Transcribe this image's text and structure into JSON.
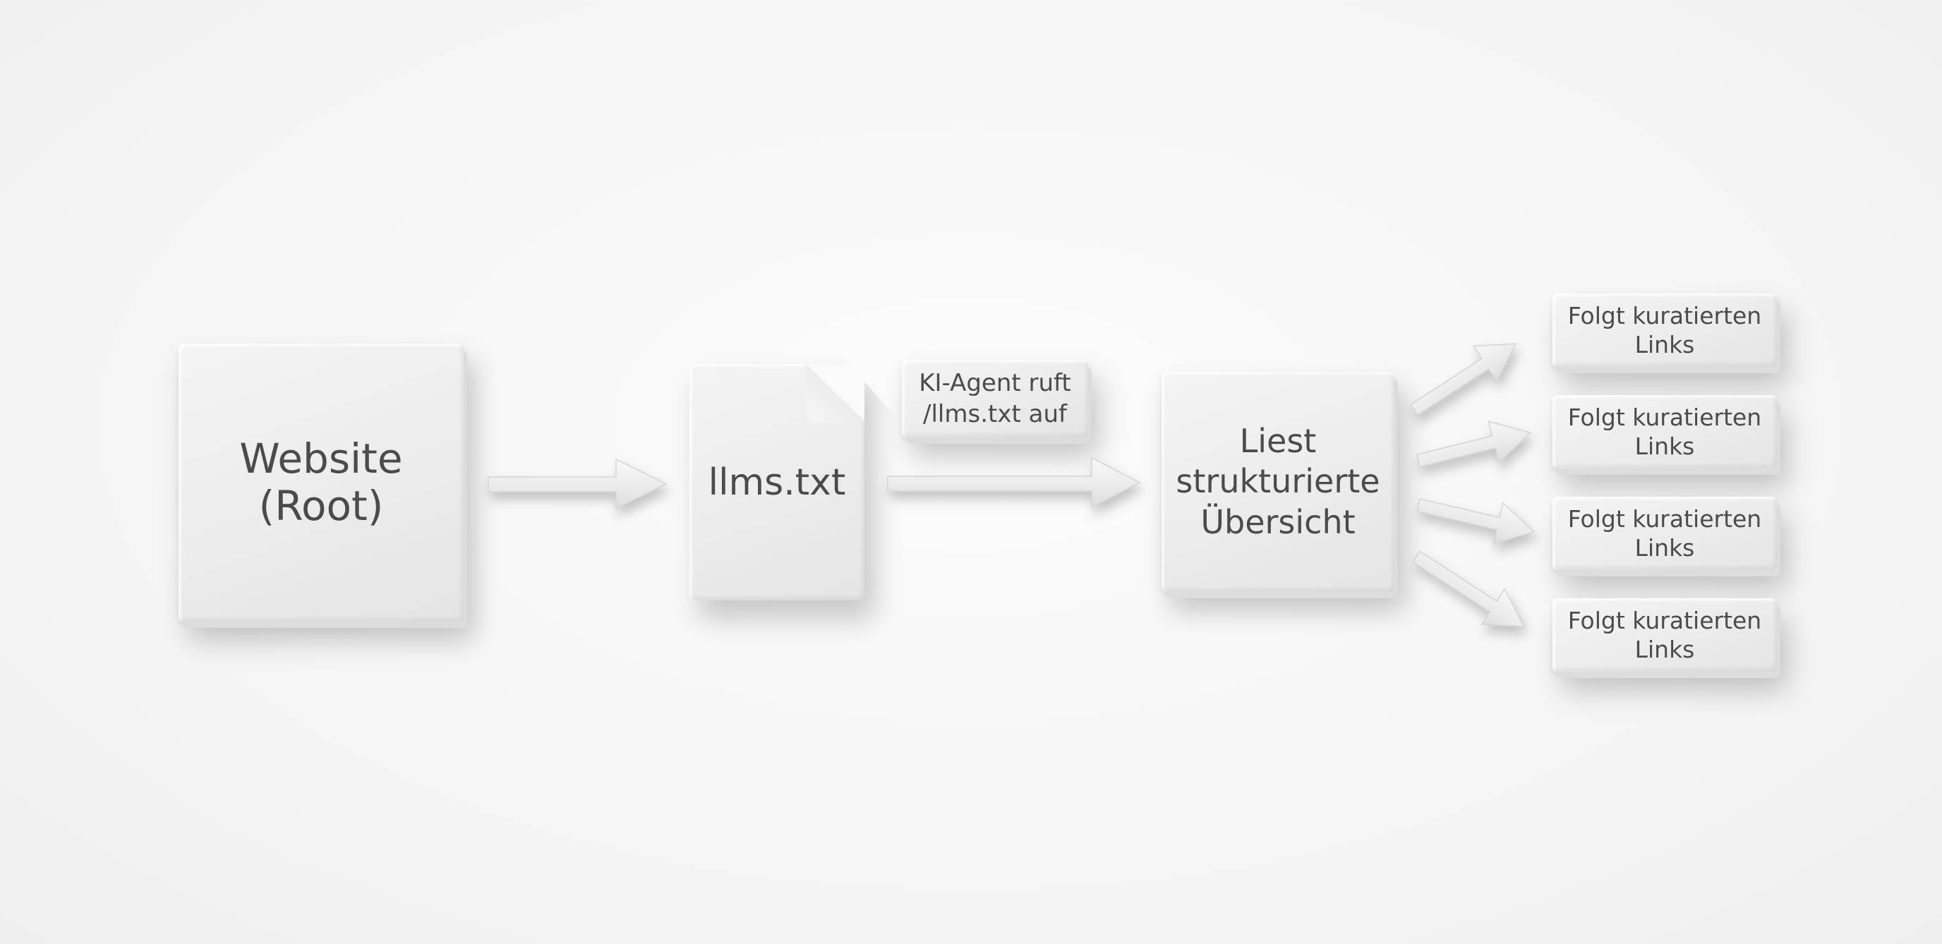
{
  "nodes": {
    "website": "Website\n(Root)",
    "llms_file": "llms.txt",
    "agent_label": "KI-Agent ruft\n/llms.txt auf",
    "overview": "Liest\nstrukturierte\nÜbersicht",
    "links": [
      "Folgt kuratierten\nLinks",
      "Folgt kuratierten\nLinks",
      "Folgt kuratierten\nLinks",
      "Folgt kuratierten\nLinks"
    ]
  },
  "edges": [
    {
      "from": "website",
      "to": "llms_file"
    },
    {
      "from": "llms_file",
      "to": "overview"
    },
    {
      "from": "overview",
      "to": "link_1"
    },
    {
      "from": "overview",
      "to": "link_2"
    },
    {
      "from": "overview",
      "to": "link_3"
    },
    {
      "from": "overview",
      "to": "link_4"
    }
  ],
  "colors": {
    "background": "#f6f6f6",
    "block": "#ececec",
    "text": "#4b4b4b",
    "arrow": "#e9e9e9"
  }
}
